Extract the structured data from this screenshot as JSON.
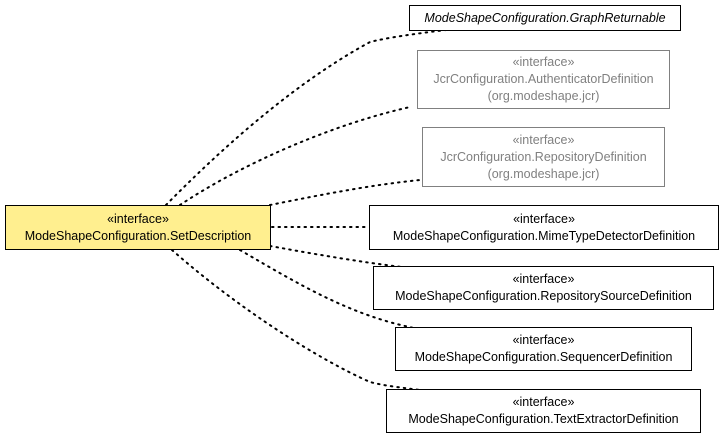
{
  "diagram": {
    "colors": {
      "focus_fill": "#ffef8f",
      "external_text": "#808080",
      "edge": "#000000"
    },
    "focus": {
      "stereotype": "«interface»",
      "name": "ModeShapeConfiguration.SetDescription"
    },
    "nodes": [
      {
        "id": "graph-returnable",
        "stereotype": "",
        "name": "ModeShapeConfiguration.GraphReturnable",
        "package": "",
        "external": false,
        "italic": true
      },
      {
        "id": "authenticator-definition",
        "stereotype": "«interface»",
        "name": "JcrConfiguration.AuthenticatorDefinition",
        "package": "(org.modeshape.jcr)",
        "external": true,
        "italic": false
      },
      {
        "id": "repository-definition",
        "stereotype": "«interface»",
        "name": "JcrConfiguration.RepositoryDefinition",
        "package": "(org.modeshape.jcr)",
        "external": true,
        "italic": false
      },
      {
        "id": "mime-type-detector-definition",
        "stereotype": "«interface»",
        "name": "ModeShapeConfiguration.MimeTypeDetectorDefinition",
        "package": "",
        "external": false,
        "italic": false
      },
      {
        "id": "repository-source-definition",
        "stereotype": "«interface»",
        "name": "ModeShapeConfiguration.RepositorySourceDefinition",
        "package": "",
        "external": false,
        "italic": false
      },
      {
        "id": "sequencer-definition",
        "stereotype": "«interface»",
        "name": "ModeShapeConfiguration.SequencerDefinition",
        "package": "",
        "external": false,
        "italic": false
      },
      {
        "id": "text-extractor-definition",
        "stereotype": "«interface»",
        "name": "ModeShapeConfiguration.TextExtractorDefinition",
        "package": "",
        "external": false,
        "italic": false
      }
    ]
  }
}
